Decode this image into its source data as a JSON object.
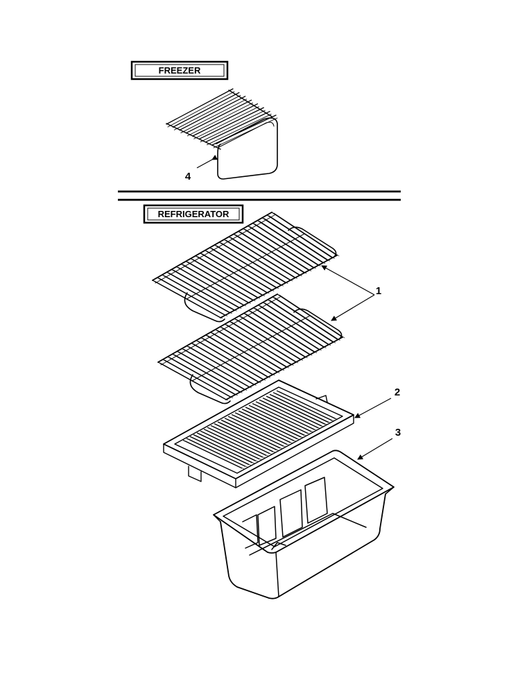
{
  "sections": {
    "freezer_label": "FREEZER",
    "refrigerator_label": "REFRIGERATOR"
  },
  "callouts": {
    "part_1": "1",
    "part_2": "2",
    "part_3": "3",
    "part_4": "4"
  },
  "colors": {
    "ink": "#000000",
    "background": "#ffffff"
  }
}
